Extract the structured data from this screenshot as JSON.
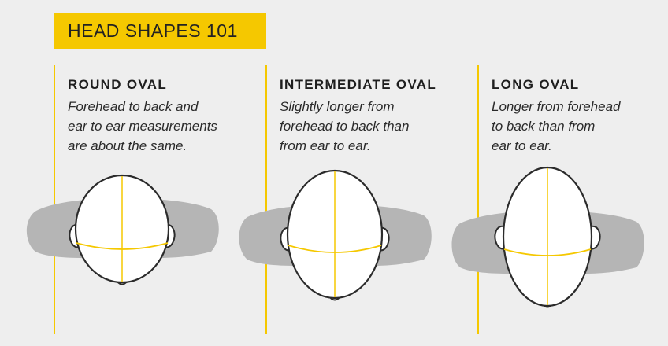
{
  "title": "HEAD SHAPES 101",
  "colors": {
    "accent": "#f5c800",
    "background": "#eeeeee",
    "shoulders": "#b5b5b5",
    "text": "#222222"
  },
  "columns": [
    {
      "heading": "ROUND OVAL",
      "description_lines": [
        "Forehead to back and",
        "ear to ear measurements",
        "are about the same."
      ]
    },
    {
      "heading": "INTERMEDIATE OVAL",
      "description_lines": [
        "Slightly longer from",
        "forehead to back than",
        "from ear to ear."
      ]
    },
    {
      "heading": "LONG OVAL",
      "description_lines": [
        "Longer from forehead",
        "to back than from",
        "ear to ear."
      ]
    }
  ]
}
